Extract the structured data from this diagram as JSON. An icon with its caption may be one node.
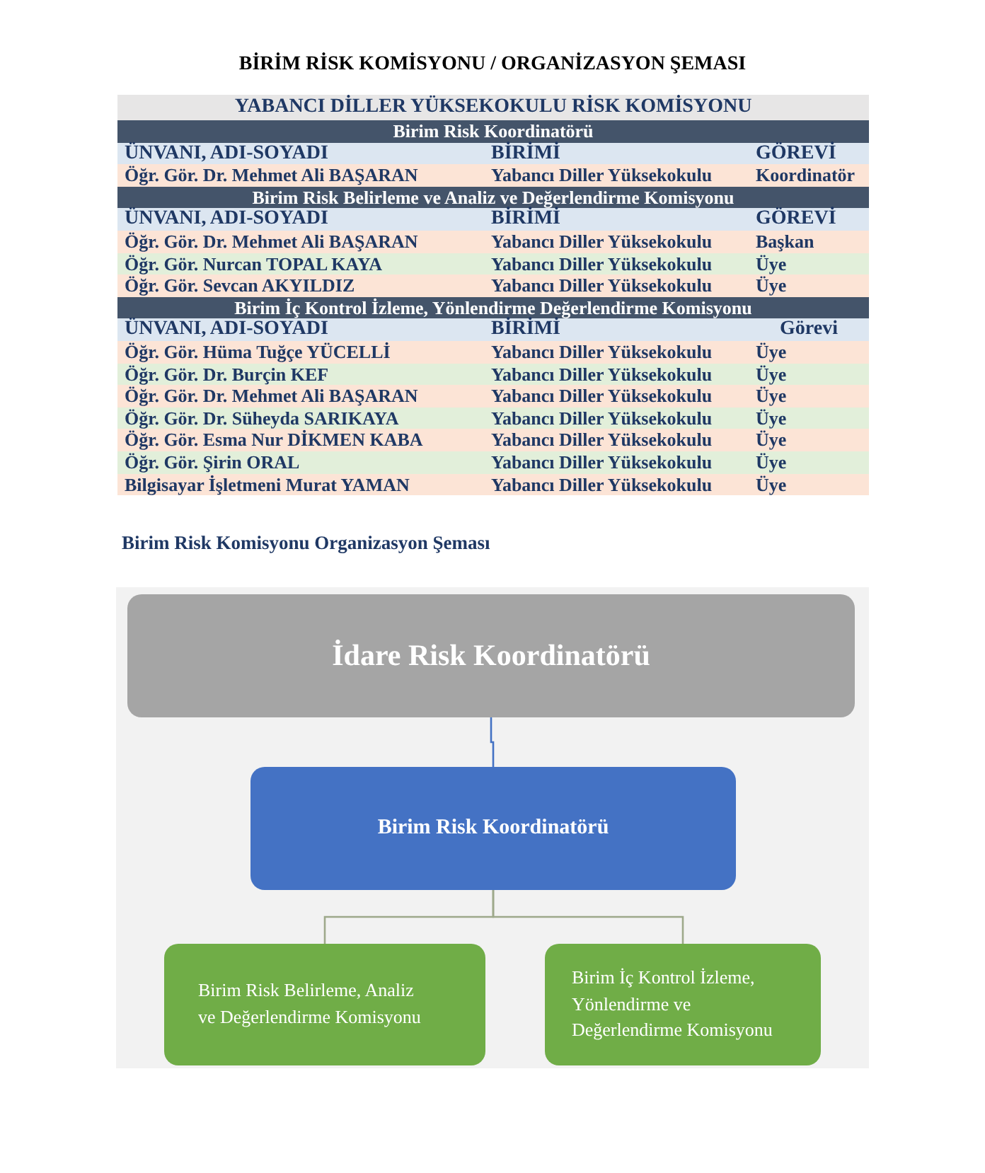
{
  "diagram": {
    "title": "BİRİM RİSK KOMİSYONU / ORGANİZASYON ŞEMASI",
    "nodes": [
      {
        "text": [
          "İdare Risk Koordinatörü"
        ]
      },
      {
        "text": [
          "Birim Risk Koordinatörü"
        ]
      },
      {
        "text": [
          "Birim Risk Belirleme, Analiz ve Değerlendirme Komisyonu"
        ]
      },
      {
        "text": [
          "Birim İç Kontrol İzleme, Yönlendirme ve Değerlendirme Komisyonu"
        ]
      }
    ],
    "edges": [
      {
        "from": 0,
        "to": 1,
        "arrow": "none",
        "color": "#4472c4"
      },
      {
        "from": 1,
        "to": 2,
        "arrow": "none"
      },
      {
        "from": 1,
        "to": 3,
        "arrow": "none"
      }
    ],
    "labels": [
      "YABANCI DİLLER YÜKSEKOKULU RİSK KOMİSYONU",
      "Birim Risk Koordinatörü",
      "ÜNVANI, ADI-SOYADI",
      "BİRİMİ",
      "GÖREVİ",
      "Öğr. Gör. Dr. Mehmet Ali BAŞARAN",
      "Yabancı Diller Yüksekokulu",
      "Koordinatör",
      "Birim Risk Belirleme ve Analiz ve Değerlendirme Komisyonu",
      "ÜNVANI, ADI-SOYADI",
      "BİRİMİ",
      "GÖREVİ",
      "Öğr. Gör. Dr. Mehmet Ali BAŞARAN",
      "Yabancı Diller Yüksekokulu",
      "Başkan",
      "Öğr. Gör. Nurcan TOPAL KAYA",
      "Yabancı Diller Yüksekokulu",
      "Üye",
      "Öğr. Gör. Sevcan AKYILDIZ",
      "Yabancı Diller Yüksekokulu",
      "Üye",
      "Birim İç Kontrol İzleme, Yönlendirme Değerlendirme Komisyonu",
      "ÜNVANI, ADI-SOYADI",
      "BİRİMİ",
      "Görevi",
      "Öğr. Gör. Hüma Tuğçe YÜCELLİ",
      "Yabancı Diller Yüksekokulu",
      "Üye",
      "Öğr. Gör. Dr. Burçin KEF",
      "Yabancı Diller Yüksekokulu",
      "Üye",
      "Öğr. Gör. Dr. Mehmet Ali BAŞARAN",
      "Yabancı Diller Yüksekokulu",
      "Üye",
      "Öğr. Gör. Dr. Süheyda SARIKAYA",
      "Yabancı Diller Yüksekokulu",
      "Üye",
      "Öğr. Gör. Esma Nur DİKMEN KABA",
      "Yabancı Diller Yüksekokulu",
      "Üye",
      "Öğr. Gör. Şirin ORAL",
      "Yabancı Diller Yüksekokulu",
      "Üye",
      "Bilgisayar İşletmeni Murat YAMAN",
      "Yabancı Diller Yüksekokulu",
      "Üye",
      "Birim Risk Komisyonu Organizasyon Şeması"
    ]
  }
}
